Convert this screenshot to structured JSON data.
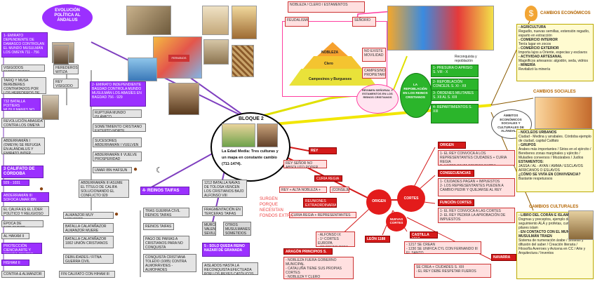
{
  "title": "EVOLUCIÓN POLÍTICA AL ÁNDALUS",
  "center": {
    "label": "BLOQUE 2",
    "caption": "La Edad Media: Tres culturas y un mapa en constante cambio (711-1474)."
  },
  "left": {
    "emirato_dep": "1- EMIRATO DEPENDIENTE DE DAMASCO CONTROLAN EL MUNDO MUSULMÁN LOS OMEYA 711 - 756",
    "visigodos": "VISIGODOS ENFRENTADOS",
    "herederos": "HEREDEROS WITIZA",
    "tariq": "TARIQ Y MUSA BEREBERES CONTRATADOS POR LOS HEREDEROS DE WITIZA",
    "rey_visigodo": "REY VISIGODO RODRIGO",
    "batalla_poitiers": "732 BATALLA POITIERS MUSULMANES NO SE EXPANDEN POR EUROPA",
    "revolucion_abasida": "REVOLUCIÓN ABASIDA CONTRA LOS OMEYA",
    "abderraman_i": "ABDERRAMÁN I (OMEYA) SE REFUGIA EN ALÁNDALUS Y EMIRATO INDEP BAGDAD",
    "califato": "3 CALIFATO DE CÓRDOBA",
    "califato_years": "929 - 1031",
    "abd_iii": "ABDERRAMÁN III SOFOCA UMAR IBN HAFSUN",
    "califa_lider": "EL CALIFA ES EL LÍDER POLÍTICO Y RELIGIOSO",
    "esplendor": "ÉPOCA DE ESPLENDOR",
    "hakam": "AL HAKAM II",
    "proteccion": "PROTECCIÓN CIENCIA ARTE Y CIENCIA CENTRO CULTURAL MAS IMP",
    "hisham": "HISHAM II",
    "almanzor": "CONTRA & ALMANZOR",
    "emirato_indep": "2- EMIRATO INDEPENDIENTE BAGDAD CONTROLA MUNDO MUSULMÁN LOS ABASÍES EN BAGDAD 756 - 929",
    "ruptura": "RUPTURA MUNDO ISLÁMICO",
    "sometimiento": "SOMETIMIENTO CRISTIANO EXCEPTO NORTE",
    "sucesores": "SUCESORES ABDERRAMÁN I VUELVEN CONFLICTOS",
    "abd_ii": "ABDERRAMÁN II VUELVE PROSPERIDAD",
    "umar": "UMAR IBN HAFSUN",
    "abd_iii_asume": "ABDERRAMÁN III ASUME EL TÍTULO DE CALIFA SOLUCIONANDO EL CONFLICTO 929",
    "almanzor_muy": "ALMANZOR MUY VIOLENTO",
    "calatanazor": "BATALLA CALATAÑAZOR ALMANZOR MUERE",
    "batalla_calat2": "BATALLA CALATAÑAZOR 1002 UNIÓN CRISTIANOS",
    "debilidades": "DEBILIDADES / FITNA GUERRA CIVIL",
    "fin_califato": "FIN CALIFATO CON HIHAM III"
  },
  "taifas": {
    "header": "4- REINOS TAIFAS",
    "guerra": "TRAS GUERRA CIVIL REINOS TAIFAS",
    "reinos": "REINOS TAIFAS",
    "parias": "PAGO DE PARIAS A CRISTIANOS PARA NO CONQUISTA",
    "conquista": "CONQUISTA CRISTIANA TOLEDO (1085) CONTRA ALMORÁVIDES - ALMOHADES ENFRENTAMIENTO ENTRE ELLOS",
    "navas": "1212 BATALLA NAVAS DE TOLOSA VENCEN LOS CRISTIANOS BAJO ALFONSO VIII",
    "fragmentacion": "FRAGMENTACIÓN EN TERCERAS TAIFAS",
    "murcia": "MURCIA VALENCIA SEVILLA CÓRDOBA",
    "otros": "OTROS MUSULMANES SOMETIDOS AL REINO DEL SALADO",
    "granada": "5 - SOLO QUEDA REINO NAZARÍ DE GRANADA",
    "aislados": "AISLADOS HASTA LA RECONQUISTA EFECTUADA POR LOS REYES CATÓLICOS EN 1492"
  },
  "society": {
    "nobleza": "NOBLEZA",
    "clero": "Clero",
    "campesinos": "Campesinos y Burgueses",
    "feudalismo": "RÉGIMEN SEÑORIAL Y ESTAMENTOS EN LOS REINOS CRISTIANOS",
    "reconquista": "Reconquista y repoblación",
    "repoblacion": "LA REPOBLACIÓN EN LOS REINOS CRISTIANOS",
    "presura": "1- PRESURA O APRISIO S. VIII - X",
    "concejil": "2- REPOBLACIÓN CONCEJIL S. XI - XII",
    "ordenes": "3- ÓRDENES MILITARES S. XII AL S. XIII",
    "repartimientos": "4- REPARTIMIENTOS S. XIII"
  },
  "rey": {
    "rey": "REY",
    "rey_sub": "REY SEÑOR NO ABSOLUTO PODER LIMITADO",
    "curia": "CURIA REGIA",
    "rey_alta": "REY + ALTA NOBLEZA + ALTO CLERO",
    "consejeros": "(CONSEJEROS)",
    "reuniones": "REUNIONES EXTRAORDINARIAS",
    "curia_ampliada": "CURIA REGIA + REPRESENTANTES CIUDADES",
    "surgen": "SURGEN PORQUE NECESITAN FONDOS EXTRA",
    "origen": "ORIGEN",
    "cortes": "CORTES",
    "nuevas": "NUEVAS CORTES",
    "leon": "LEÓN 1188",
    "castilla": "CASTILLA 1217",
    "aragon": "ARAGÓN PRINCIPIOS S. XIII",
    "navarra": "NAVARRA",
    "origen2": "ORIGEN",
    "consecuencias": "CONSECUENCIAS",
    "funcion": "FUNCIÓN CORTES"
  },
  "right": {
    "economicos": "CAMBIOS ECONÓMICOS",
    "agricultura": "- AGRICULTURA",
    "comercio_int": "- COMERCIO INTERIOR",
    "comercio_ext": "- COMERCIO EXTERIOR",
    "artesanal": "- ACTIVIDAD ARTESANAL",
    "mineria": "- MINERÍA",
    "sociales": "CAMBIOS SOCIALES",
    "nucleos": "- NÚCLEOS URBANOS",
    "grupos": "- GRUPOS",
    "estamentos": "ESTAMENTOS:",
    "convivencia": "¿CÓMO SE VIVÍA EN CONVIVENCIA?",
    "culturales": "CAMBIOS CULTURALES",
    "libro": "- LIBRO DEL CORÁN E ISLAMISMO",
    "mundo": "- EN CONTACTO CON EL MUNDO MUSULMÁN TRAEN",
    "ambitos": "ÁMBITOS ECONÓMICOS SOCIALES Y CULTURALES DE ALÁNDALUS"
  }
}
